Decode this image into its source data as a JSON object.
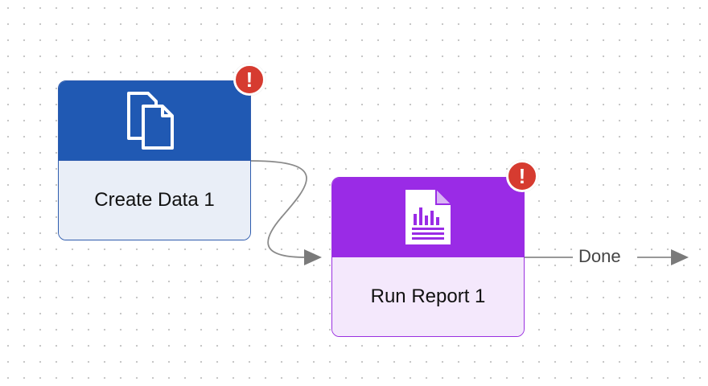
{
  "diagram": {
    "nodes": [
      {
        "id": "create-data-1",
        "label": "Create Data 1",
        "icon": "copy-documents-icon",
        "header_color": "#2059b3",
        "body_color": "#e9eef7",
        "status": "error"
      },
      {
        "id": "run-report-1",
        "label": "Run Report 1",
        "icon": "report-chart-document-icon",
        "header_color": "#9a2be6",
        "body_color": "#f4e8fc",
        "status": "error"
      }
    ],
    "badges": {
      "error_symbol": "!",
      "color": "#d63b30"
    },
    "connections": [
      {
        "from": "create-data-1",
        "to": "run-report-1",
        "label": ""
      },
      {
        "from": "run-report-1",
        "to": "",
        "label": "Done"
      }
    ]
  }
}
